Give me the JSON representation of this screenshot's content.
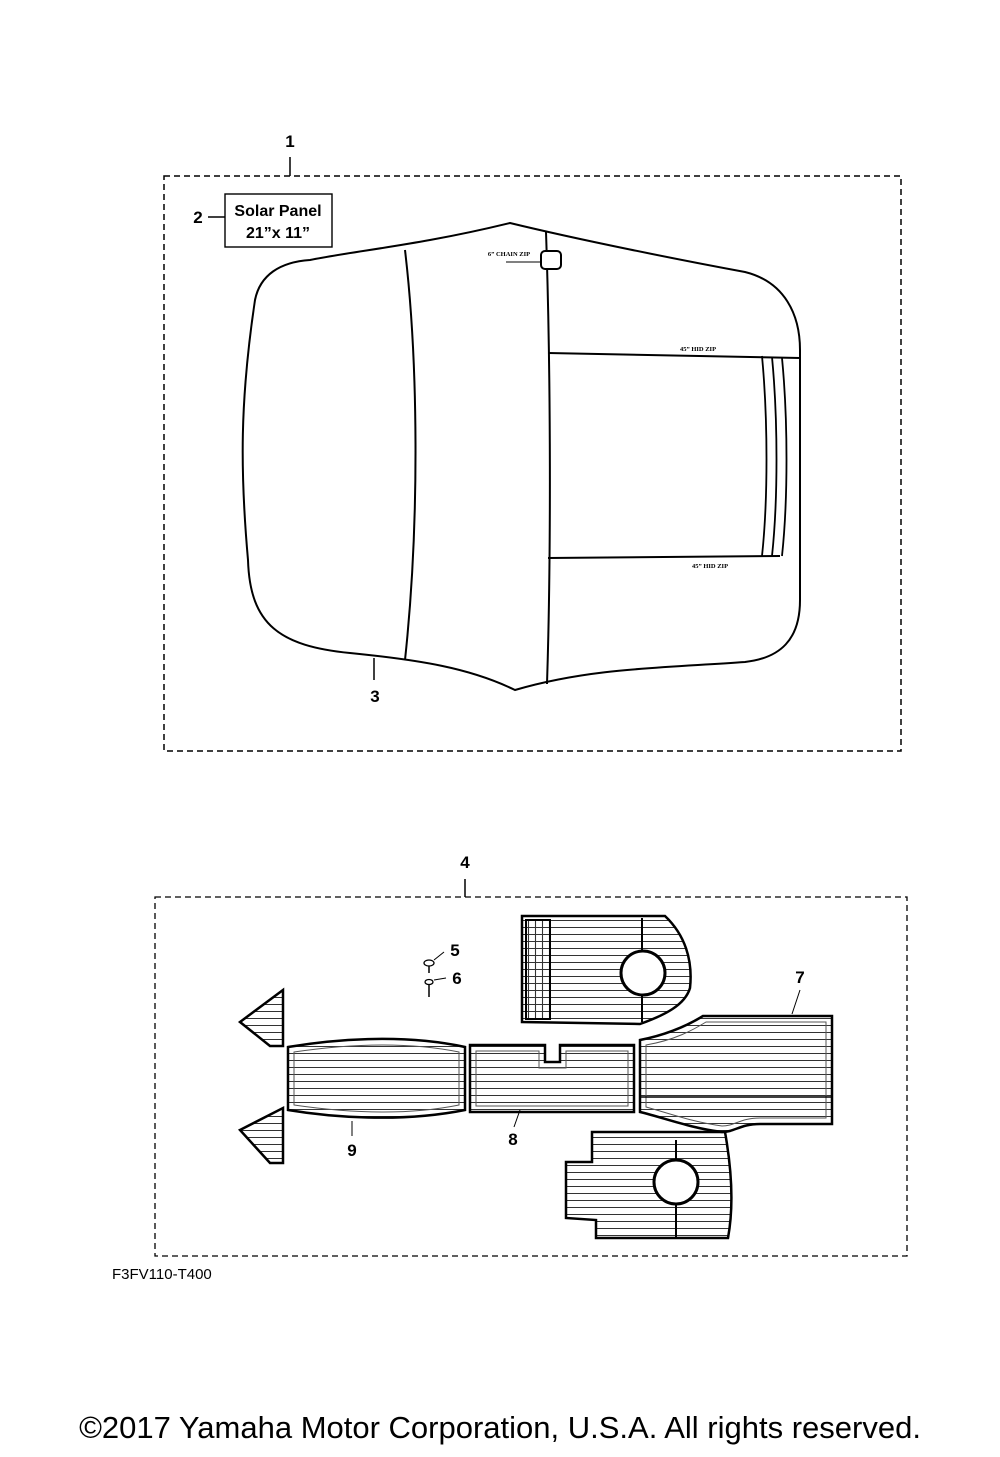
{
  "callouts": [
    "1",
    "2",
    "3",
    "4",
    "5",
    "6",
    "7",
    "8",
    "9"
  ],
  "solar_panel": {
    "line1": "Solar Panel",
    "line2": "21”x 11”"
  },
  "cover_labels": {
    "zip_top": "45” HID ZIP",
    "zip_bottom": "45” HID ZIP",
    "chain_zip": "6” CHAIN ZIP"
  },
  "figure_code": "F3FV110-T400",
  "copyright": "©2017 Yamaha Motor Corporation, U.S.A. All rights reserved."
}
